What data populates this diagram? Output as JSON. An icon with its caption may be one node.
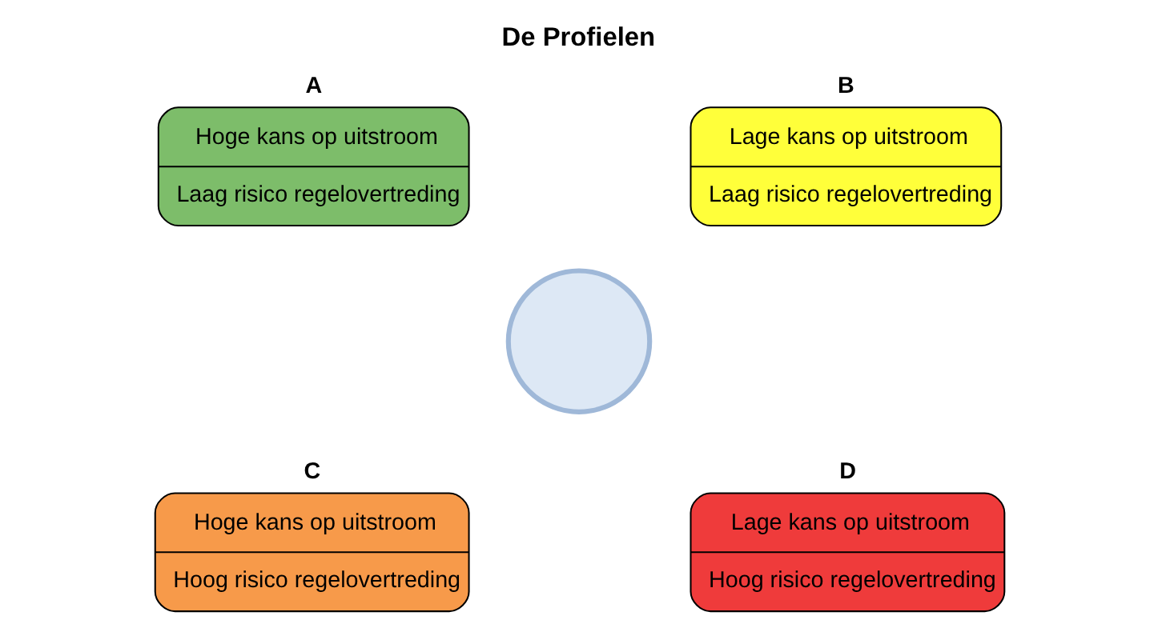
{
  "diagram": {
    "title": "De Profielen",
    "nodes": [
      {
        "text": [
          "A",
          "Hoge kans op uitstroom",
          "Laag risico regelovertreding"
        ]
      },
      {
        "text": [
          "B",
          "Lage kans op uitstroom",
          "Laag risico regelovertreding"
        ]
      },
      {
        "text": [
          "C",
          "Hoge kans op uitstroom",
          "Hoog risico regelovertreding"
        ]
      },
      {
        "text": [
          "D",
          "Lage kans op uitstroom",
          "Hoog risico regelovertreding"
        ]
      },
      {
        "text": [],
        "shape": "circle"
      }
    ],
    "edges": []
  }
}
